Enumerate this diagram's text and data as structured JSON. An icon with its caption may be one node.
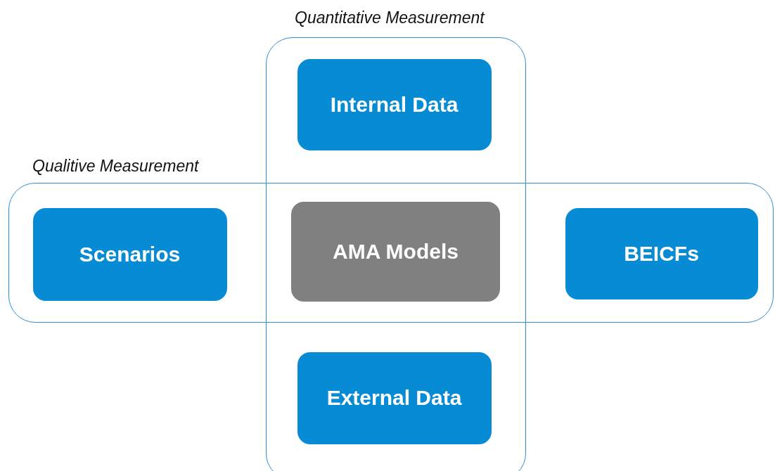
{
  "diagram": {
    "nodes": [
      {
        "text": [
          "Quantitative Measurement"
        ]
      },
      {
        "text": [
          "Internal Data"
        ],
        "in": 0
      },
      {
        "text": [
          "Qualitive Measurement"
        ]
      },
      {
        "text": [
          "Scenarios"
        ],
        "in": 2
      },
      {
        "text": [
          "AMA Models"
        ]
      },
      {
        "text": [
          "BEICFs"
        ],
        "in": 2
      },
      {
        "text": [
          "External Data"
        ],
        "in": 0
      }
    ]
  }
}
